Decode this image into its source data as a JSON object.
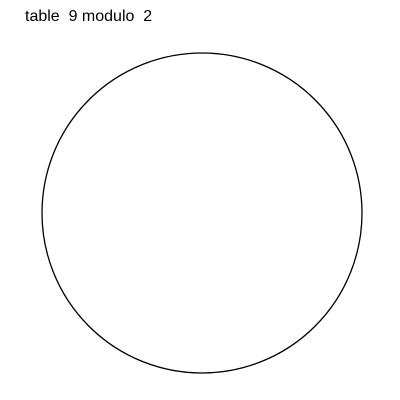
{
  "title": "table  9 modulo  2",
  "diagram": {
    "table": 9,
    "modulo": 2,
    "stroke_color": "#000000",
    "background_color": "#ffffff"
  }
}
